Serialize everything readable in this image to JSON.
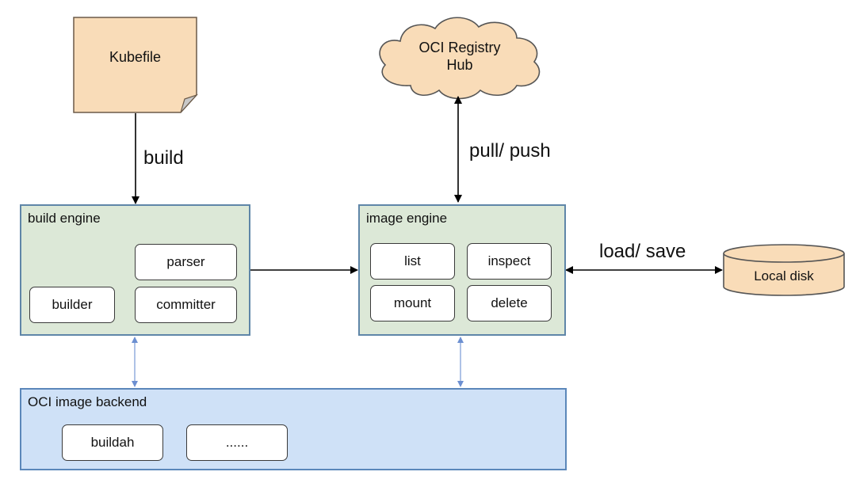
{
  "kubefile": {
    "label": "Kubefile"
  },
  "registry": {
    "label_line1": "OCI Registry",
    "label_line2": "Hub"
  },
  "edges": {
    "build": "build",
    "pull_push": "pull/ push",
    "load_save": "load/ save"
  },
  "build_engine": {
    "title": "build engine",
    "items": [
      "parser",
      "builder",
      "committer"
    ]
  },
  "image_engine": {
    "title": "image engine",
    "items": [
      "list",
      "inspect",
      "mount",
      "delete"
    ]
  },
  "local_disk": {
    "label": "Local disk"
  },
  "oci_backend": {
    "title": "OCI image backend",
    "items": [
      "buildah",
      "......"
    ]
  },
  "colors": {
    "note_fill": "#f9dcb8",
    "engine_fill": "#dce8d7",
    "engine_border": "#5f86a8",
    "backend_fill": "#cfe1f7",
    "backend_border": "#5b87ba",
    "disk_fill": "#f9dcb8",
    "accent_arrow": "#6c8fd1"
  }
}
